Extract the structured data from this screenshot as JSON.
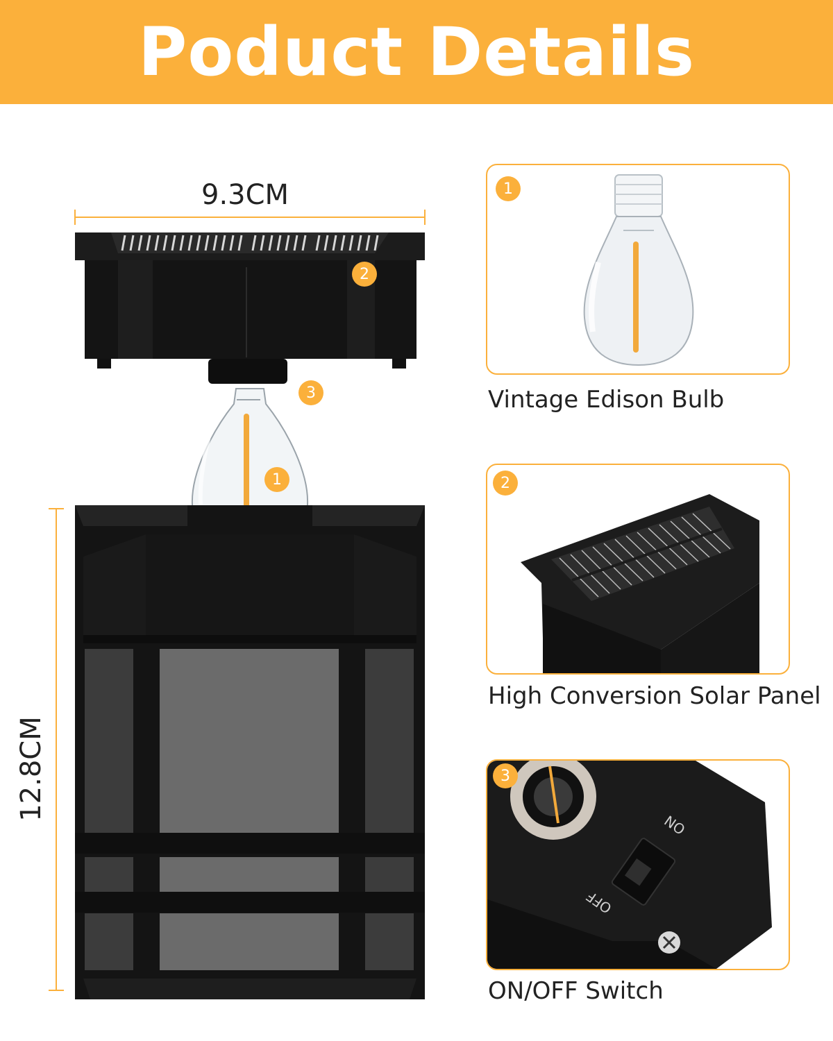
{
  "banner": {
    "title": "Poduct Details"
  },
  "colors": {
    "accent": "#FBB03B",
    "product_black": "#1a1a1a",
    "filament": "#F2A93B"
  },
  "dimensions": {
    "width_label": "9.3CM",
    "height_label": "12.8CM"
  },
  "callouts": [
    "1",
    "2",
    "3"
  ],
  "features": [
    {
      "number": "1",
      "caption": "Vintage Edison Bulb",
      "icon": "bulb-icon"
    },
    {
      "number": "2",
      "caption": "High Conversion Solar Panel",
      "icon": "solar-panel-icon"
    },
    {
      "number": "3",
      "caption": "ON/OFF Switch",
      "icon": "switch-icon"
    }
  ],
  "switch": {
    "on_label": "ON",
    "off_label": "OFF"
  }
}
